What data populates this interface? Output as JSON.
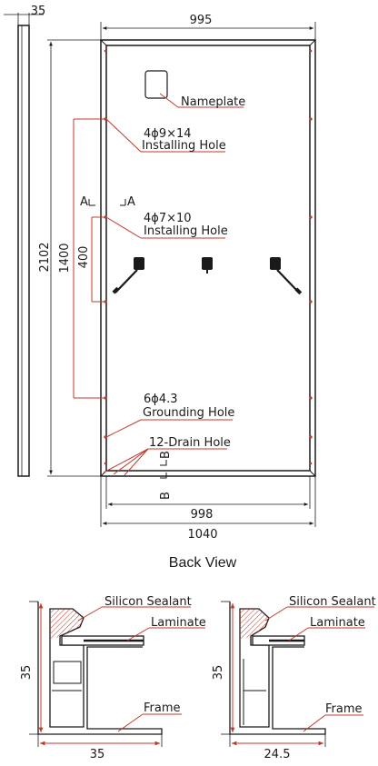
{
  "back_view": {
    "frame_side_width": "35",
    "width_top": "995",
    "height_total": "2102",
    "mount_span": "1400",
    "inner_span": "400",
    "width_inner_bottom": "998",
    "width_total_bottom": "1040",
    "section_a_left": "A",
    "section_a_right": "A",
    "section_b_top": "B",
    "section_b_bottom": "B",
    "nameplate": "Nameplate",
    "install_hole_1_spec": "4ϕ9×14",
    "install_hole_1_label": "Installing Hole",
    "install_hole_2_spec": "4ϕ7×10",
    "install_hole_2_label": "Installing Hole",
    "ground_spec": "6ϕ4.3",
    "ground_label": "Grounding Hole",
    "drain_label": "12-Drain Hole",
    "title": "Back View"
  },
  "section_left": {
    "sealant": "Silicon Sealant",
    "laminate": "Laminate",
    "frame": "Frame",
    "height": "35",
    "width": "35"
  },
  "section_right": {
    "sealant": "Silicon Sealant",
    "laminate": "Laminate",
    "frame": "Frame",
    "height": "35",
    "width": "24.5"
  }
}
